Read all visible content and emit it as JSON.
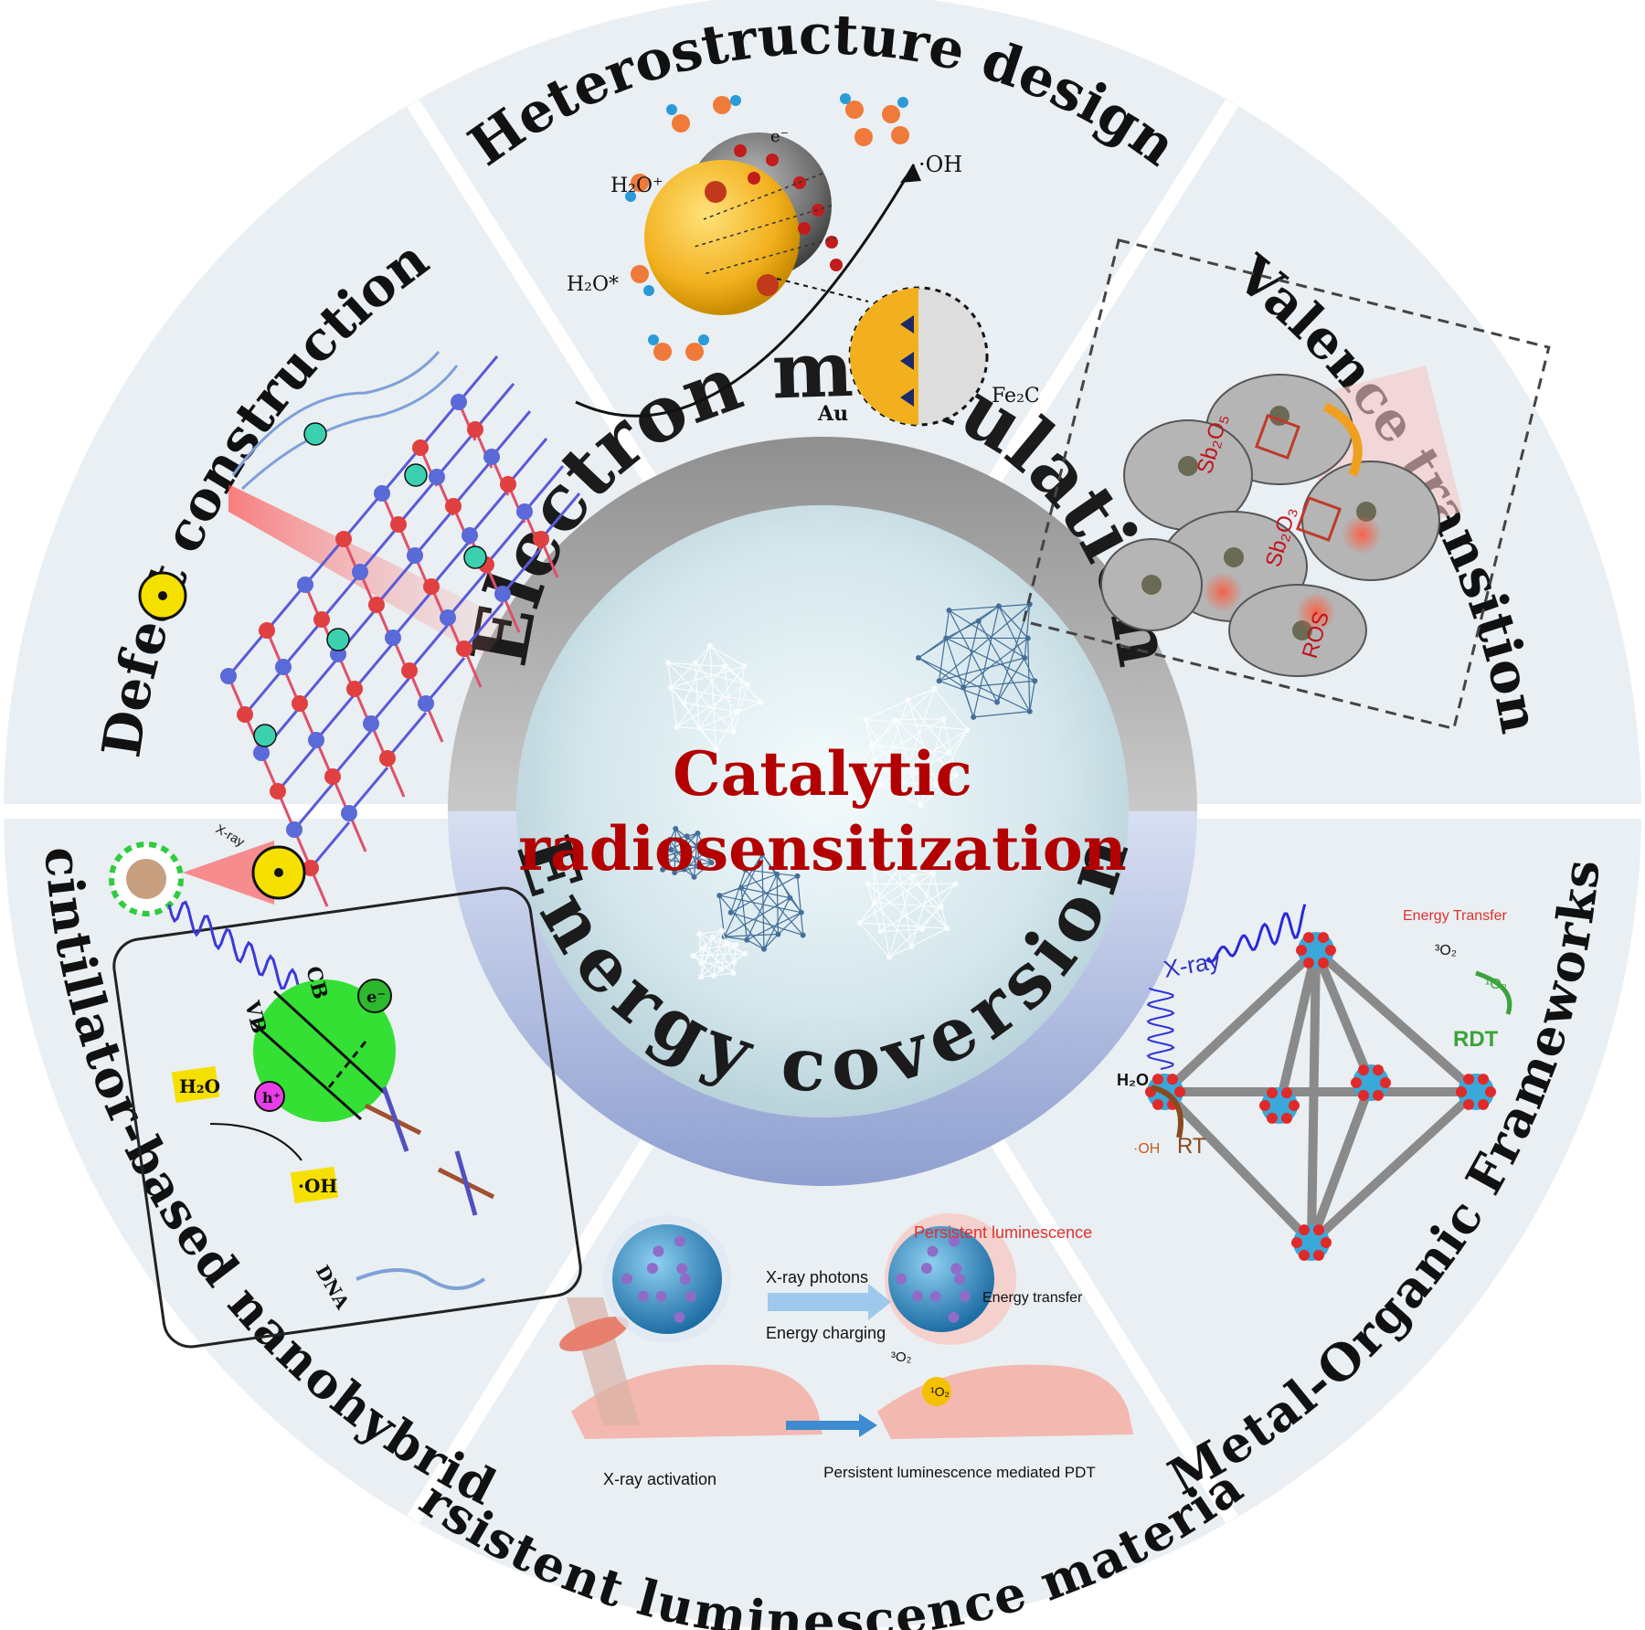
{
  "center": {
    "title_line1": "Catalytic",
    "title_line2": "radiosensitization",
    "upper_ring": "Electron modulation",
    "lower_ring": "Energy coversion"
  },
  "segments": {
    "heterostructure": {
      "title": "Heterostructure design",
      "labels": [
        "H₂O⁺",
        "H₂O*",
        "·OH",
        "e⁻",
        "Au",
        "Fe₂C"
      ]
    },
    "valence": {
      "title": "Valence transition",
      "labels": [
        "Sb₂O₅",
        "Sb₂O₃",
        "ROS"
      ]
    },
    "mof": {
      "title": "Metal-Organic Frameworks",
      "labels": [
        "X-ray",
        "Energy Transfer",
        "³O₂",
        "¹O₂",
        "RDT",
        "H₂O",
        "·OH",
        "RT"
      ]
    },
    "persistent": {
      "title": "Persistent luminescence materials",
      "labels": [
        "X-ray photons",
        "Energy charging",
        "Persistent luminescence",
        "Energy transfer",
        "³O₂",
        "¹O₂",
        "X-ray activation",
        "Persistent luminescence mediated PDT"
      ]
    },
    "scintillator": {
      "title": "Scintillator-based nanohybrids",
      "labels": [
        "X-ray",
        "CB",
        "VB",
        "e⁻",
        "h⁺",
        "H₂O",
        "·OH",
        "DNA"
      ]
    },
    "defect": {
      "title": "Defect construction",
      "labels": []
    }
  },
  "colors": {
    "segment_bg": "#e9eff2",
    "divider": "#ffffff",
    "upper_ring": "#a6a6a6",
    "lower_ring": "#aab7dc",
    "center_text": "#b30000",
    "title_text": "#111111"
  }
}
